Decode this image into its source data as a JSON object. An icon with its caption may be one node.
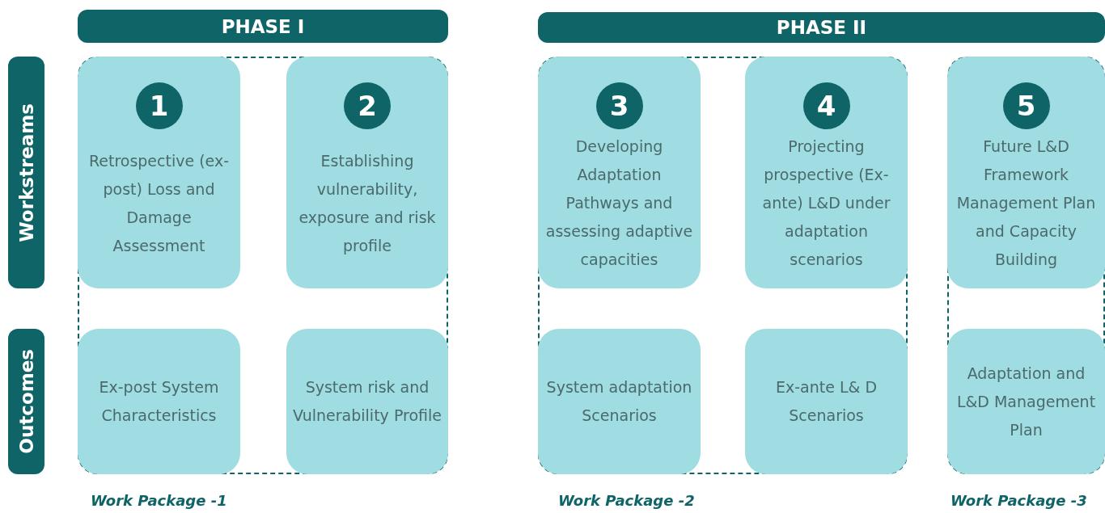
{
  "diagram": {
    "nodes": [
      {
        "text": [
          "PHASE I"
        ]
      },
      {
        "text": [
          "PHASE II"
        ]
      },
      {
        "text": [
          "Workstreams"
        ]
      },
      {
        "text": [
          "Outcomes"
        ]
      },
      {
        "text": [
          "Work Package -1"
        ]
      },
      {
        "text": [
          "1",
          "Retrospective (ex-post) Loss and Damage Assessment"
        ],
        "in": 4
      },
      {
        "text": [
          "2",
          "Establishing vulnerability, exposure and risk profile"
        ],
        "in": 4
      },
      {
        "text": [
          "Ex-post System Characteristics"
        ],
        "in": 4
      },
      {
        "text": [
          "System risk and Vulnerability Profile"
        ],
        "in": 4
      },
      {
        "text": [
          "Work Package -2"
        ]
      },
      {
        "text": [
          "3",
          "Developing Adaptation Pathways and assessing adaptive capacities"
        ],
        "in": 9
      },
      {
        "text": [
          "4",
          "Projecting prospective (Ex-ante) L&D under adaptation scenarios"
        ],
        "in": 9
      },
      {
        "text": [
          "System adaptation Scenarios"
        ],
        "in": 9
      },
      {
        "text": [
          "Ex-ante L& D Scenarios"
        ],
        "in": 9
      },
      {
        "text": [
          "Work Package -3"
        ]
      },
      {
        "text": [
          "5",
          "Future L&D Framework Management Plan and Capacity Building"
        ],
        "in": 14
      },
      {
        "text": [
          "Adaptation and L&D Management Plan"
        ],
        "in": 14
      }
    ],
    "edges": []
  }
}
